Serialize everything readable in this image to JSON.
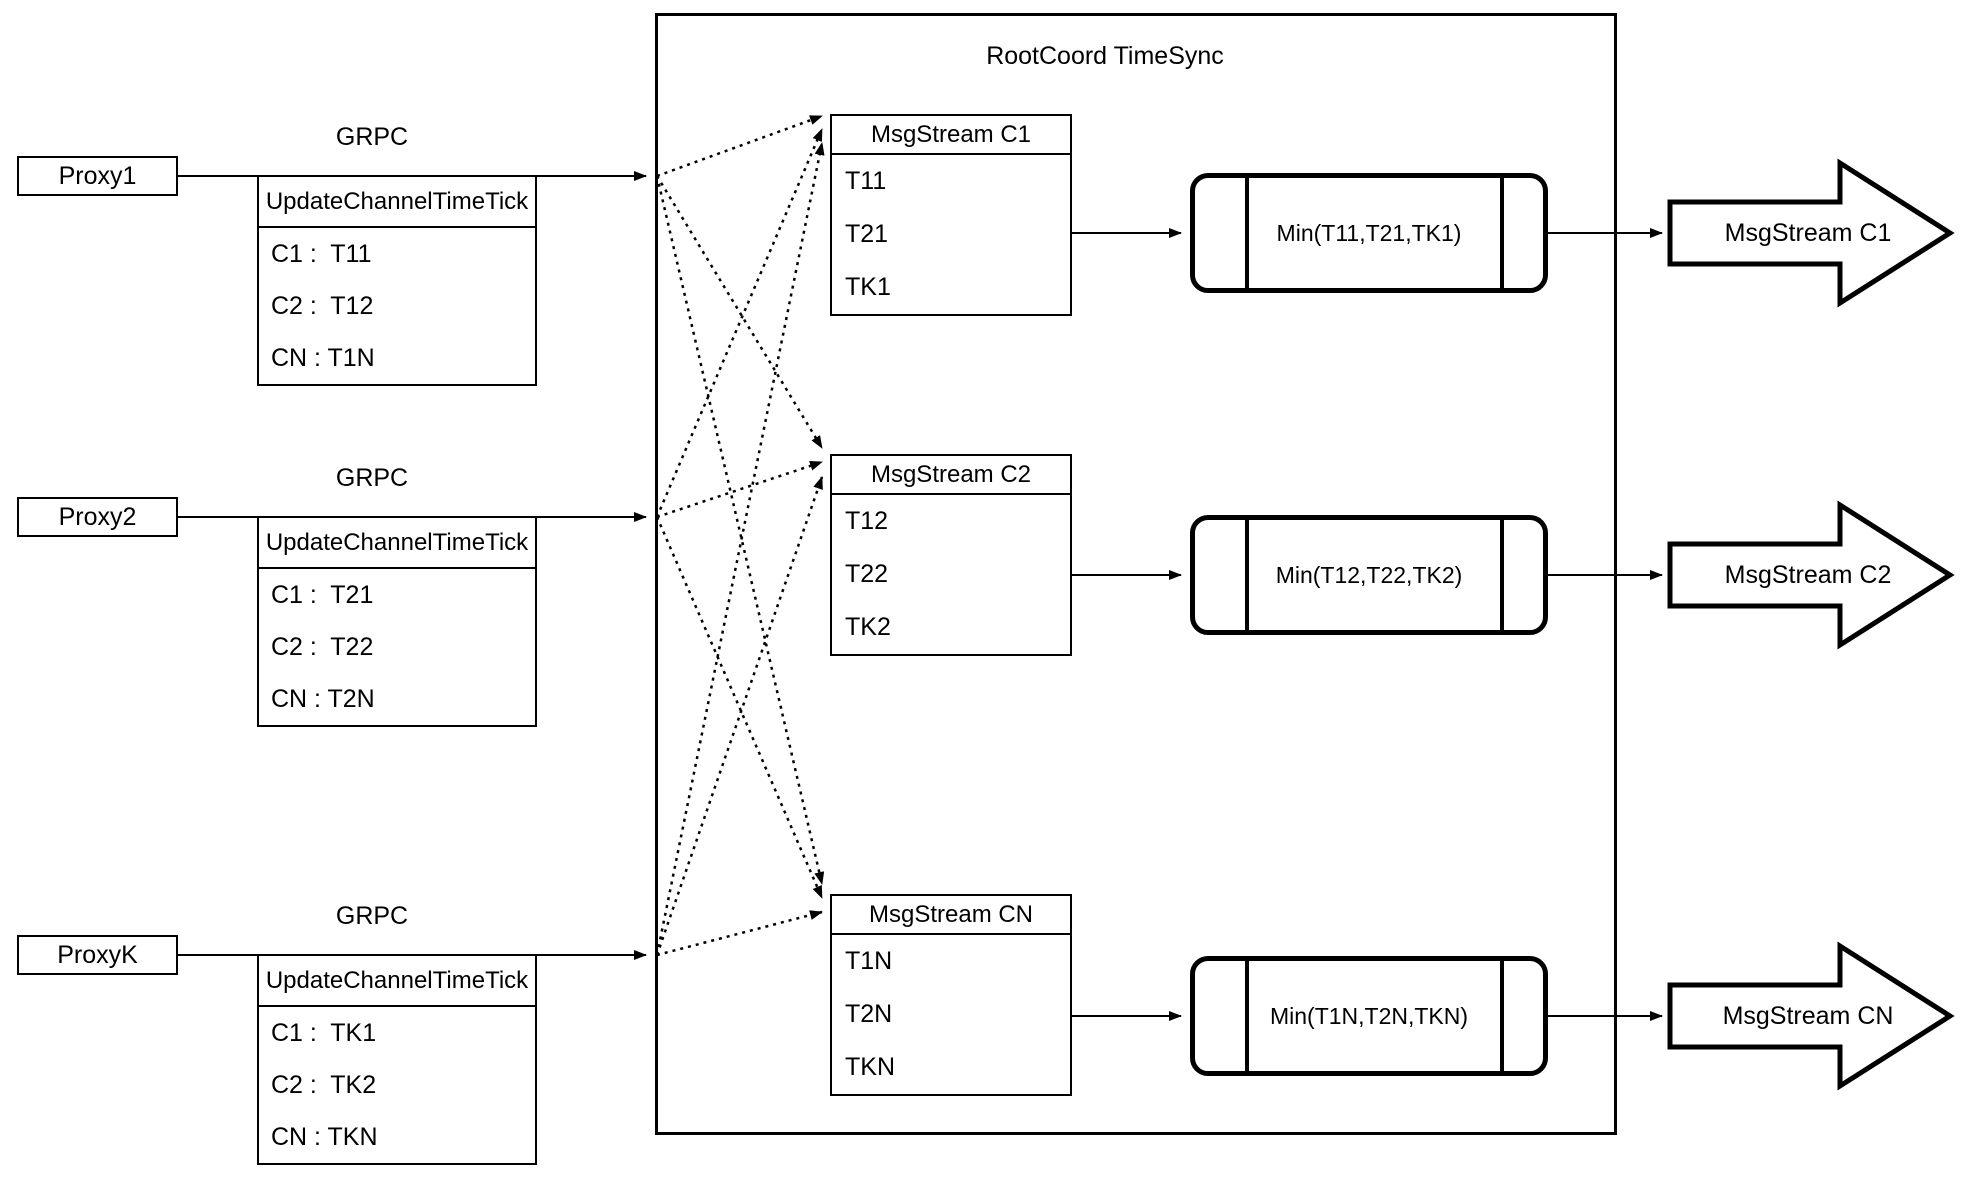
{
  "diagram_title": "RootCoord TimeSync",
  "colors": {
    "ink": "#000000",
    "background": "#ffffff"
  },
  "rows": [
    {
      "proxy_label": "Proxy1",
      "protocol_label": "GRPC",
      "request": {
        "title": "UpdateChannelTimeTick",
        "entries": [
          "C1 :  T11",
          "C2 :  T12",
          "CN : T1N"
        ]
      },
      "stream": {
        "title": "MsgStream C1",
        "entries": [
          "T11",
          "T21",
          "TK1"
        ]
      },
      "min_label": "Min(T11,T21,TK1)",
      "output_label": "MsgStream C1"
    },
    {
      "proxy_label": "Proxy2",
      "protocol_label": "GRPC",
      "request": {
        "title": "UpdateChannelTimeTick",
        "entries": [
          "C1 :  T21",
          "C2 :  T22",
          "CN : T2N"
        ]
      },
      "stream": {
        "title": "MsgStream C2",
        "entries": [
          "T12",
          "T22",
          "TK2"
        ]
      },
      "min_label": "Min(T12,T22,TK2)",
      "output_label": "MsgStream C2"
    },
    {
      "proxy_label": "ProxyK",
      "protocol_label": "GRPC",
      "request": {
        "title": "UpdateChannelTimeTick",
        "entries": [
          "C1 :  TK1",
          "C2 :  TK2",
          "CN : TKN"
        ]
      },
      "stream": {
        "title": "MsgStream CN",
        "entries": [
          "T1N",
          "T2N",
          "TKN"
        ]
      },
      "min_label": "Min(T1N,T2N,TKN)",
      "output_label": "MsgStream CN"
    }
  ]
}
